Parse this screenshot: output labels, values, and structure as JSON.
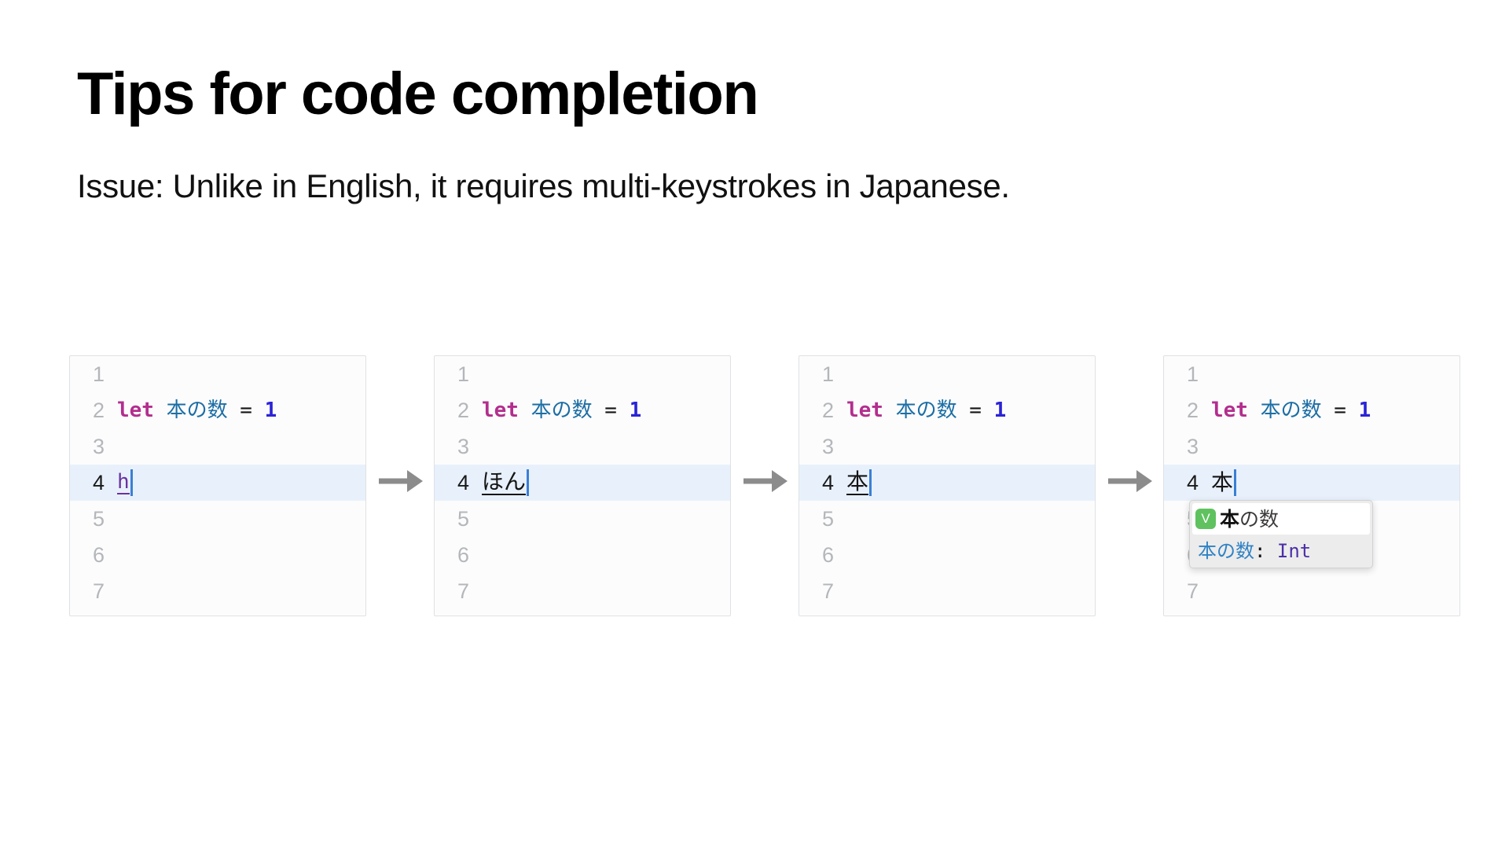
{
  "slide": {
    "title": "Tips for code completion",
    "subtitle": "Issue: Unlike in English, it requires multi-keystrokes in Japanese."
  },
  "colors": {
    "keyword": "#b32e8e",
    "identifier": "#1c6ea4",
    "number": "#2b23d6",
    "operator": "#131313",
    "active_line_bg": "#e8f1fb",
    "gutter": "#b4b7ba",
    "caret": "#3b7fd4",
    "composing_underline": "#6a33a0",
    "badge_green": "#5fc25f",
    "detail_name": "#2f82c4",
    "detail_type": "#4b2fa8",
    "arrow": "#8c8c8c",
    "panel_border": "#dfe1e4",
    "panel_bg": "#fcfcfd"
  },
  "arrow_icon": "arrow-right-icon",
  "steps": [
    {
      "name": "step-1-romaji",
      "lines": [
        {
          "no": "1",
          "active": false,
          "tokens": []
        },
        {
          "no": "2",
          "active": false,
          "tokens": [
            {
              "kind": "keyword",
              "text": "let"
            },
            {
              "kind": "plain",
              "text": " "
            },
            {
              "kind": "identifier",
              "text": "本の数"
            },
            {
              "kind": "plain",
              "text": " "
            },
            {
              "kind": "operator",
              "text": "="
            },
            {
              "kind": "plain",
              "text": " "
            },
            {
              "kind": "number",
              "text": "1"
            }
          ]
        },
        {
          "no": "3",
          "active": false,
          "tokens": []
        },
        {
          "no": "4",
          "active": true,
          "tokens": [
            {
              "kind": "composing",
              "text": "h"
            },
            {
              "kind": "caret",
              "text": ""
            }
          ]
        },
        {
          "no": "5",
          "active": false,
          "tokens": []
        },
        {
          "no": "6",
          "active": false,
          "tokens": []
        },
        {
          "no": "7",
          "active": false,
          "tokens": []
        }
      ],
      "popup": null
    },
    {
      "name": "step-2-hiragana",
      "lines": [
        {
          "no": "1",
          "active": false,
          "tokens": []
        },
        {
          "no": "2",
          "active": false,
          "tokens": [
            {
              "kind": "keyword",
              "text": "let"
            },
            {
              "kind": "plain",
              "text": " "
            },
            {
              "kind": "identifier",
              "text": "本の数"
            },
            {
              "kind": "plain",
              "text": " "
            },
            {
              "kind": "operator",
              "text": "="
            },
            {
              "kind": "plain",
              "text": " "
            },
            {
              "kind": "number",
              "text": "1"
            }
          ]
        },
        {
          "no": "3",
          "active": false,
          "tokens": []
        },
        {
          "no": "4",
          "active": true,
          "tokens": [
            {
              "kind": "composing-jp",
              "text": "ほん"
            },
            {
              "kind": "caret",
              "text": ""
            }
          ]
        },
        {
          "no": "5",
          "active": false,
          "tokens": []
        },
        {
          "no": "6",
          "active": false,
          "tokens": []
        },
        {
          "no": "7",
          "active": false,
          "tokens": []
        }
      ],
      "popup": null
    },
    {
      "name": "step-3-kanji-converting",
      "lines": [
        {
          "no": "1",
          "active": false,
          "tokens": []
        },
        {
          "no": "2",
          "active": false,
          "tokens": [
            {
              "kind": "keyword",
              "text": "let"
            },
            {
              "kind": "plain",
              "text": " "
            },
            {
              "kind": "identifier",
              "text": "本の数"
            },
            {
              "kind": "plain",
              "text": " "
            },
            {
              "kind": "operator",
              "text": "="
            },
            {
              "kind": "plain",
              "text": " "
            },
            {
              "kind": "number",
              "text": "1"
            }
          ]
        },
        {
          "no": "3",
          "active": false,
          "tokens": []
        },
        {
          "no": "4",
          "active": true,
          "tokens": [
            {
              "kind": "composing-jp",
              "text": "本"
            },
            {
              "kind": "caret",
              "text": ""
            }
          ]
        },
        {
          "no": "5",
          "active": false,
          "tokens": []
        },
        {
          "no": "6",
          "active": false,
          "tokens": []
        },
        {
          "no": "7",
          "active": false,
          "tokens": []
        }
      ],
      "popup": null
    },
    {
      "name": "step-4-completion-popup",
      "lines": [
        {
          "no": "1",
          "active": false,
          "tokens": []
        },
        {
          "no": "2",
          "active": false,
          "tokens": [
            {
              "kind": "keyword",
              "text": "let"
            },
            {
              "kind": "plain",
              "text": " "
            },
            {
              "kind": "identifier",
              "text": "本の数"
            },
            {
              "kind": "plain",
              "text": " "
            },
            {
              "kind": "operator",
              "text": "="
            },
            {
              "kind": "plain",
              "text": " "
            },
            {
              "kind": "number",
              "text": "1"
            }
          ]
        },
        {
          "no": "3",
          "active": false,
          "tokens": []
        },
        {
          "no": "4",
          "active": true,
          "tokens": [
            {
              "kind": "committed-jp",
              "text": "本"
            },
            {
              "kind": "caret",
              "text": ""
            }
          ]
        },
        {
          "no": "5",
          "active": false,
          "tokens": []
        },
        {
          "no": "6",
          "active": false,
          "tokens": []
        },
        {
          "no": "7",
          "active": false,
          "tokens": []
        }
      ],
      "popup": {
        "badge": "V",
        "badge_icon": "variable-kind-icon",
        "matched": "本",
        "rest": "の数",
        "detail_name": "本の数",
        "detail_colon": ":",
        "detail_type": "Int"
      }
    }
  ]
}
